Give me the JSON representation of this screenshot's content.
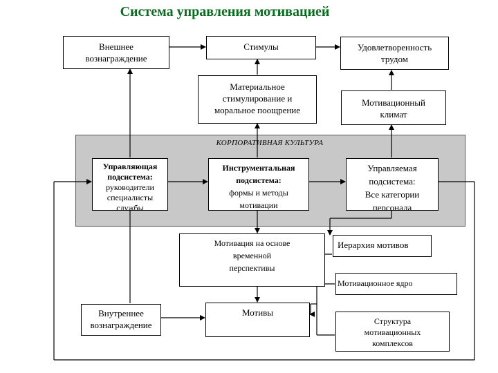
{
  "title": "Система управления мотивацией",
  "corporate_culture": "КОРПОРАТИВНАЯ КУЛЬТУРА",
  "boxes": {
    "external_reward": [
      "Внешнее",
      "вознаграждение"
    ],
    "stimuli": [
      "Стимулы"
    ],
    "job_satisfaction": [
      "Удовлетворенность",
      "трудом"
    ],
    "material_stimulation": [
      "Материальное",
      "стимулирование и",
      "моральное поощрение"
    ],
    "motivational_climate": [
      "Мотивационный",
      "климат"
    ],
    "managing_subsystem": [
      "Управляющая",
      "подсистема:",
      "руководители",
      "специалисты",
      "службы"
    ],
    "instrumental_subsystem": [
      "Инструментальная",
      "подсистема:",
      "формы и методы",
      "мотивации"
    ],
    "managed_subsystem": [
      "Управляемая",
      "подсистема:",
      "Все категории",
      "персонала"
    ],
    "perspective_motivation": [
      "Мотивация на основе",
      "временной",
      "перспективы"
    ],
    "motive_hierarchy": [
      "Иерархия мотивов"
    ],
    "motivation_core": [
      "Мотивационное ядро"
    ],
    "internal_reward": [
      "Внутреннее",
      "вознаграждение"
    ],
    "motives": [
      "Мотивы"
    ],
    "complex_structure": [
      "Структура",
      "мотивационных",
      "комплексов"
    ]
  }
}
